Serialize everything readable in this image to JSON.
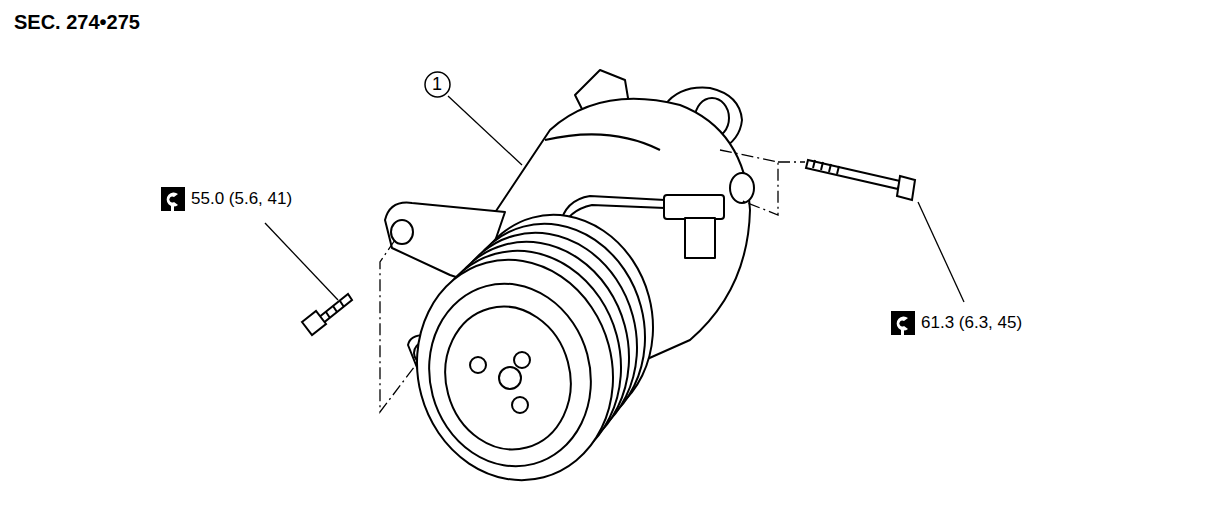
{
  "diagram": {
    "title": "SEC. 274•275",
    "nodes": [
      {
        "text": [
          "1"
        ]
      }
    ],
    "labels": [
      "55.0 (5.6, 41)",
      "61.3 (6.3, 45)"
    ]
  }
}
